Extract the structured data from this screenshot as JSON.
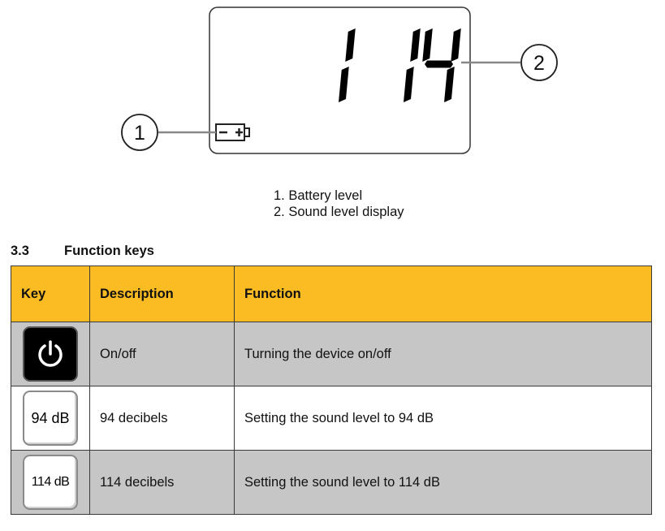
{
  "display": {
    "reading": "114",
    "callouts": [
      "1",
      "2"
    ]
  },
  "legend": [
    "1. Battery level",
    "2. Sound level display"
  ],
  "section": {
    "number": "3.3",
    "title": "Function keys"
  },
  "table": {
    "headers": [
      "Key",
      "Description",
      "Function"
    ],
    "rows": [
      {
        "key_icon": "power-icon",
        "key_label": "",
        "description": "On/off",
        "function": "Turning the device on/off"
      },
      {
        "key_icon": "",
        "key_label": "94 dB",
        "description": "94 decibels",
        "function": "Setting the sound level to 94 dB"
      },
      {
        "key_icon": "",
        "key_label": "114 dB",
        "description": "114 decibels",
        "function": "Setting the sound level to 114 dB"
      }
    ]
  },
  "colors": {
    "header_bg": "#fbbb22",
    "row_grey": "#c6c6c6"
  }
}
